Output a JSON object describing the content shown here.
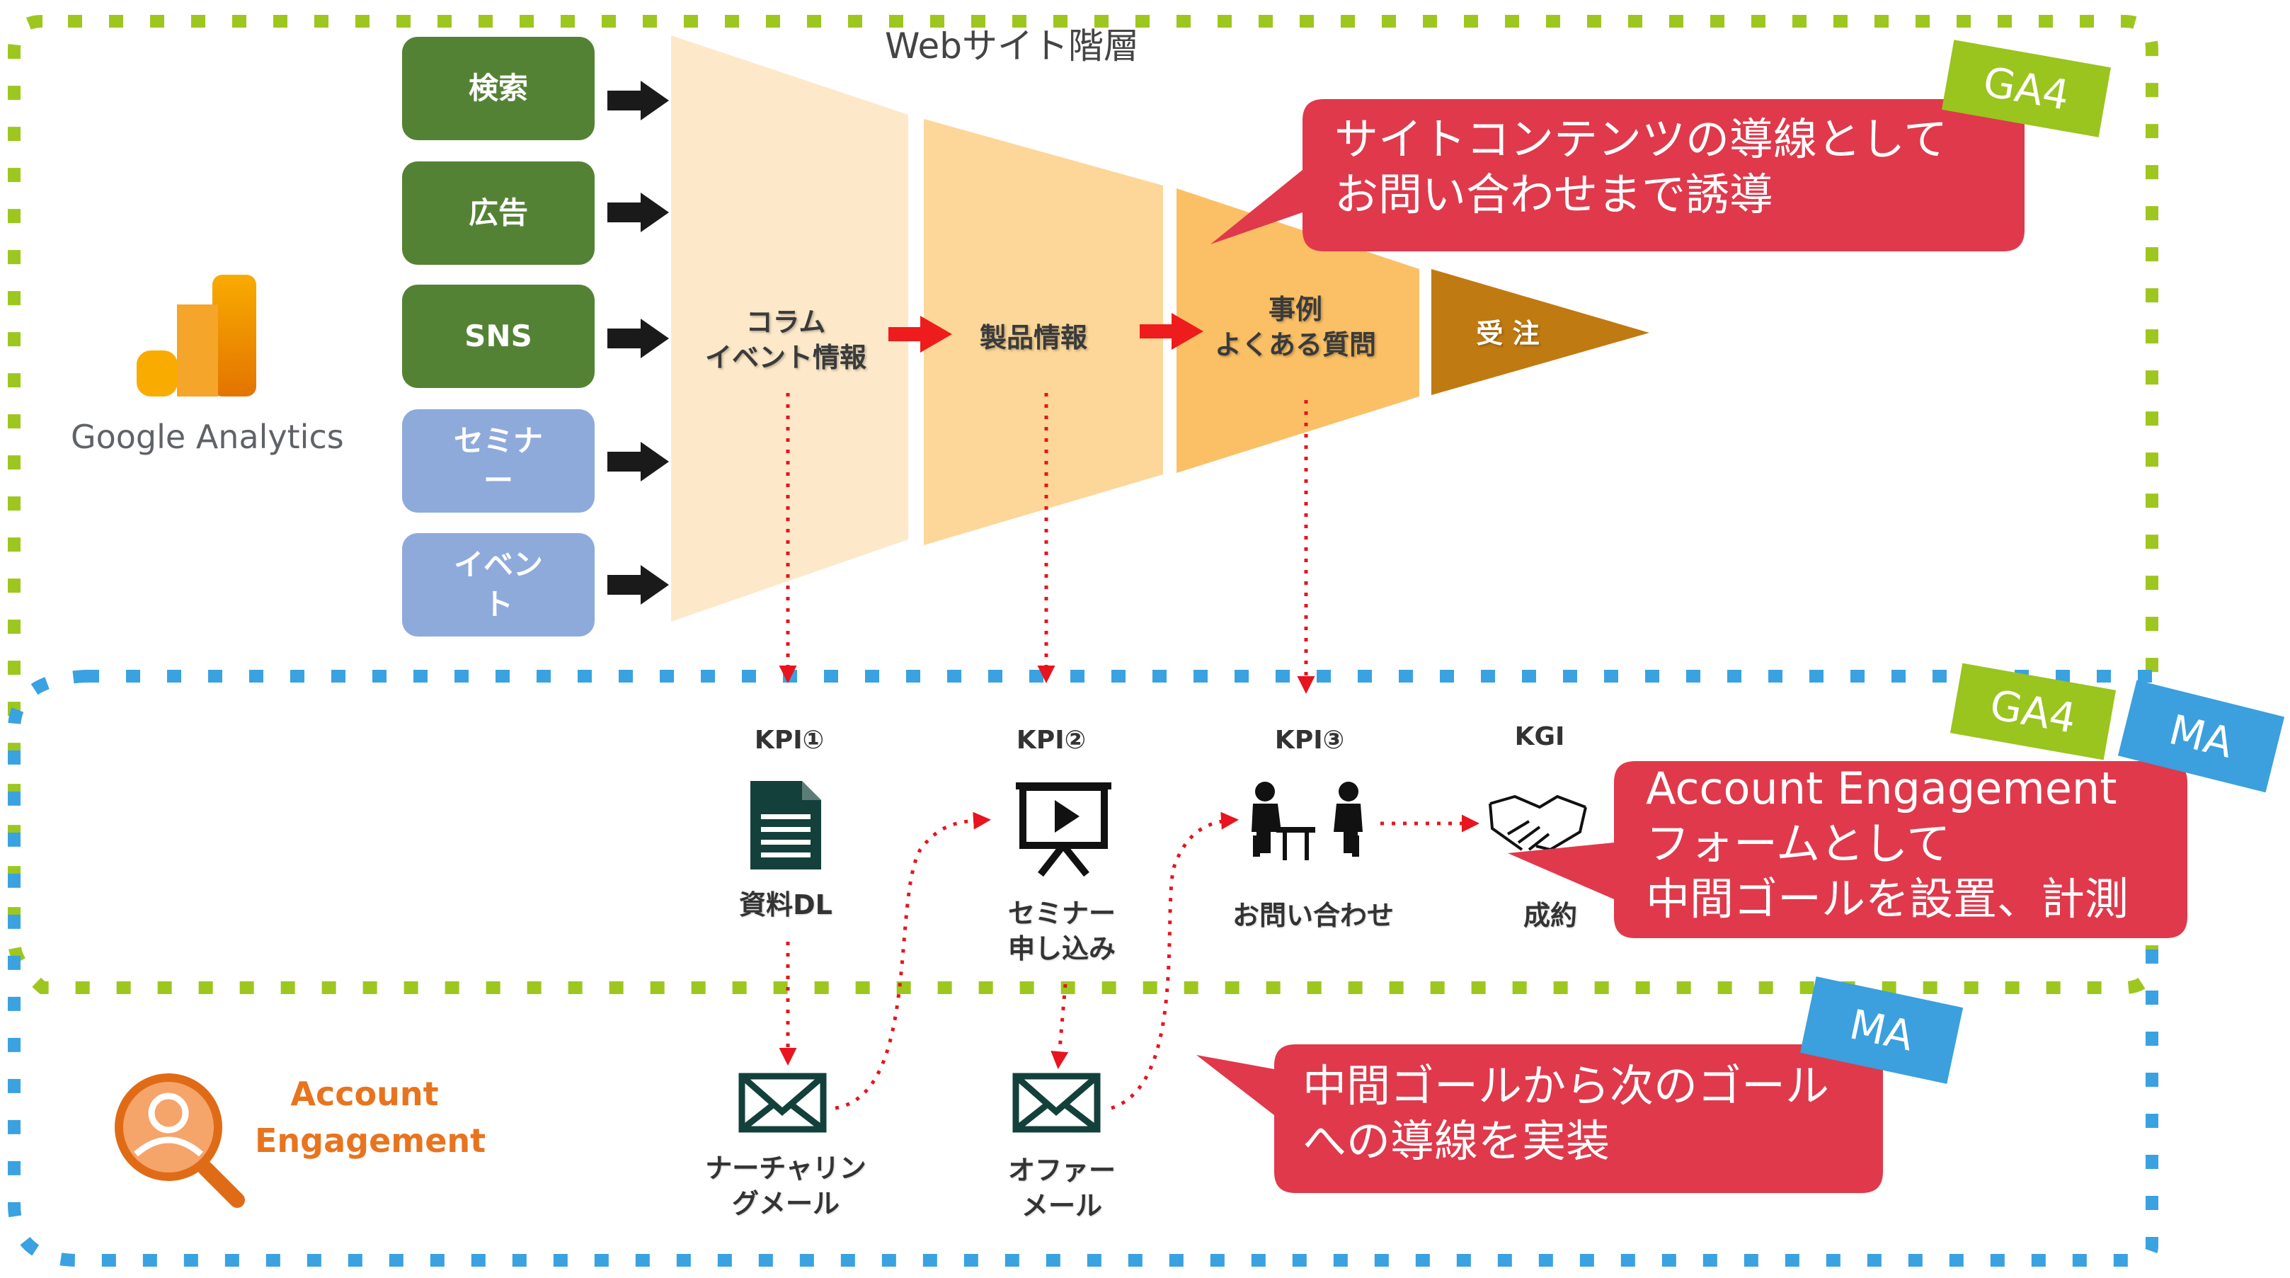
{
  "header": {
    "title": "Webサイト階層"
  },
  "ga_logo": {
    "label": "Google Analytics"
  },
  "ae_logo": {
    "label_line1": "Account",
    "label_line2": "Engagement"
  },
  "sources": [
    {
      "line1": "検索",
      "line2": ""
    },
    {
      "line1": "広告",
      "line2": ""
    },
    {
      "line1": "SNS",
      "line2": ""
    },
    {
      "line1": "セミナ",
      "line2": "ー"
    },
    {
      "line1": "イベン",
      "line2": "ト"
    }
  ],
  "funnel": {
    "stage1": {
      "line1": "コラム",
      "line2": "イベント情報"
    },
    "stage2": {
      "line1": "製品情報"
    },
    "stage3": {
      "line1": "事例",
      "line2": "よくある質問"
    },
    "stage4": {
      "line1": "受 注"
    }
  },
  "kpis": {
    "kpi1": {
      "head": "KPI①",
      "label": "資料DL"
    },
    "kpi2": {
      "head": "KPI②",
      "label_line1": "セミナー",
      "label_line2": "申し込み"
    },
    "kpi3": {
      "head": "KPI③",
      "label": "お問い合わせ"
    },
    "kgi": {
      "head": "KGI",
      "label": "成約"
    }
  },
  "mails": {
    "nurture": {
      "line1": "ナーチャリン",
      "line2": "グメール"
    },
    "offer": {
      "line1": "オファー",
      "line2": "メール"
    }
  },
  "callouts": {
    "top": {
      "line1": "サイトコンテンツの導線として",
      "line2": "お問い合わせまで誘導"
    },
    "middle": {
      "line1": "Account Engagement",
      "line2": "フォームとして",
      "line3": "中間ゴールを設置、計測"
    },
    "bottom": {
      "line1": "中間ゴールから次のゴール",
      "line2": "への導線を実装"
    }
  },
  "tags": {
    "ga4_top": "GA4",
    "ga4_mid": "GA4",
    "ma_mid": "MA",
    "ma_bottom": "MA"
  },
  "colors": {
    "green_border": "#9dc71f",
    "blue_border": "#3aa2e0",
    "callout_red": "#e0394b",
    "tag_green": "#9ac41e",
    "tag_blue": "#3ba0dd",
    "source_green": "#548235",
    "source_blue": "#8eaadb",
    "accent_orange": "#e8741e"
  }
}
